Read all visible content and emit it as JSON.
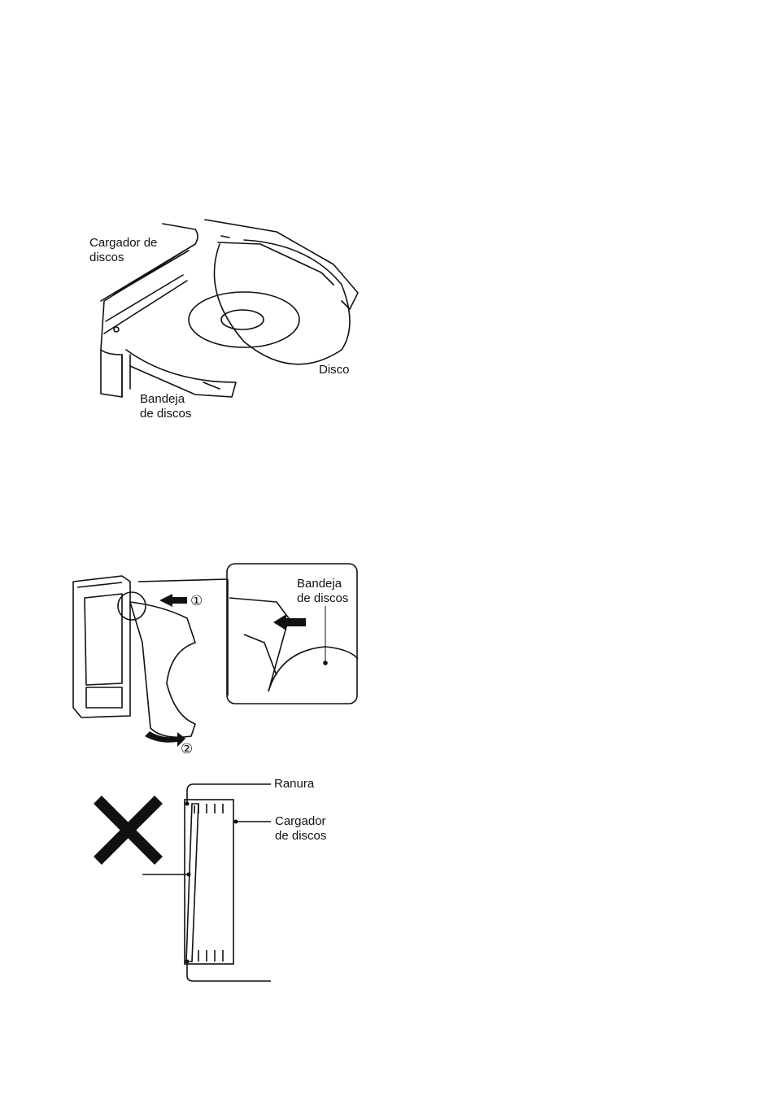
{
  "figure1": {
    "label_magazine": [
      "Cargador de",
      "discos"
    ],
    "label_disc": "Disco",
    "label_tray": [
      "Bandeja",
      "de discos"
    ]
  },
  "figure2": {
    "label_tray": [
      "Bandeja",
      "de discos"
    ],
    "step1": "①",
    "step2": "②"
  },
  "figure3": {
    "label_slot": "Ranura",
    "label_magazine": [
      "Cargador",
      "de discos"
    ]
  },
  "colors": {
    "line": "#111111",
    "background": "#ffffff"
  }
}
